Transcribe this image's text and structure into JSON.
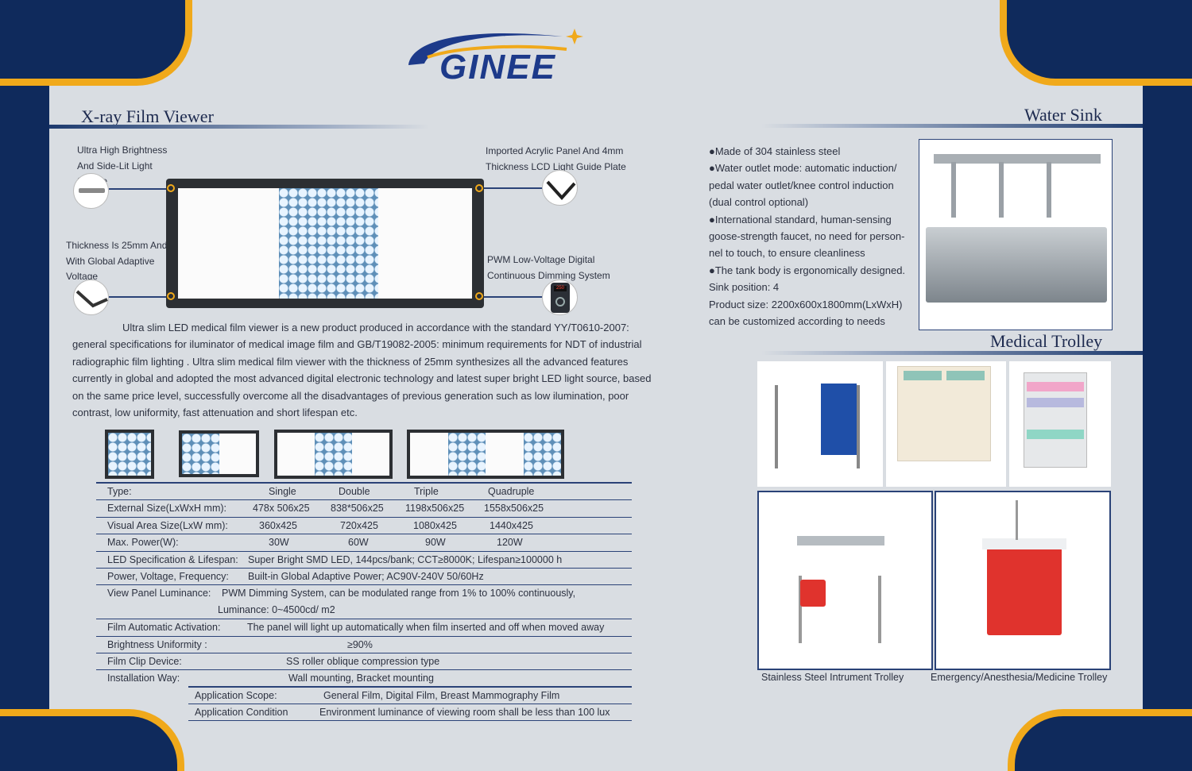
{
  "brand": {
    "logo_text": "GINEE"
  },
  "xray": {
    "title": "X-ray Film Viewer",
    "callouts": {
      "brightness": "Ultra High Brightness And Side-Lit Light Source",
      "acrylic": "Imported Acrylic Panel And 4mm Thickness LCD Light Guide Plate",
      "thickness": "Thickness Is 25mm And With Global Adaptive Voltage",
      "pwm": "PWM Low-Voltage Digital Continuous Dimming System"
    },
    "display_reading": "250",
    "description": "Ultra slim LED medical film viewer is a new product produced in accordance with the standard YY/T0610-2007: general specifications for iluminator of medical image film and GB/T19082-2005: minimum requirements for NDT of industrial radiographic film lighting . Ultra slim medical film viewer with the thickness of 25mm synthesizes all the advanced features currently in global and adopted the most advanced digital electronic technology and latest super bright LED light source, based on the same price level, successfully overcome all the disadvantages of previous generation such as low ilumination, poor contrast, low uniformity, fast attenuation and short lifespan etc.",
    "specs": {
      "type": {
        "label": "Type:",
        "values": [
          "Single",
          "Double",
          "Triple",
          "Quadruple"
        ]
      },
      "external": {
        "label": "External Size(LxWxH mm):",
        "values": [
          "478x 506x25",
          "838*506x25",
          "1198x506x25",
          "1558x506x25"
        ]
      },
      "visual": {
        "label": "Visual Area Size(LxW mm):",
        "values": [
          "360x425",
          "720x425",
          "1080x425",
          "1440x425"
        ]
      },
      "power": {
        "label": "Max. Power(W):",
        "values": [
          "30W",
          "60W",
          "90W",
          "120W"
        ]
      },
      "led": {
        "label": "LED Specification & Lifespan:",
        "value": "Super Bright SMD LED, 144pcs/bank; CCT≥8000K; Lifespan≥100000 h"
      },
      "voltage": {
        "label": "Power, Voltage, Frequency:",
        "value": "Built-in Global Adaptive Power; AC90V-240V 50/60Hz"
      },
      "luminance": {
        "label": "View Panel Luminance:",
        "value": "PWM Dimming System, can be modulated range from 1% to 100% continuously,",
        "value2": "Luminance: 0~4500cd/ m2"
      },
      "activation": {
        "label": "Film Automatic Activation:",
        "value": "The panel will light up automatically when film inserted and off when moved away"
      },
      "uniformity": {
        "label": "Brightness Uniformity :",
        "value": "≥90%"
      },
      "clip": {
        "label": "Film Clip Device:",
        "value": "SS roller oblique compression type"
      },
      "install": {
        "label": "Installation Way:",
        "value": "Wall mounting, Bracket mounting"
      },
      "scope": {
        "label": "Application Scope:",
        "value": "General Film, Digital Film, Breast Mammography Film"
      },
      "condition": {
        "label": "Application Condition",
        "value": "Environment luminance of viewing room shall be less than 100 lux"
      }
    }
  },
  "sink": {
    "title": "Water Sink",
    "bullets": [
      "●Made of 304 stainless steel",
      "●Water outlet mode: automatic induction/ pedal water outlet/knee control induction (dual control optional)",
      "●International standard, human-sensing goose-strength faucet, no need for person- nel to touch, to ensure cleanliness",
      "●The tank body is ergonomically designed.",
      "Sink position: 4",
      "Product size: 2200x600x1800mm(LxWxH)",
      "can be customized according to needs"
    ]
  },
  "trolley": {
    "title": "Medical Trolley",
    "captions": [
      "Stainless Steel Intrument Trolley",
      "Emergency/Anesthesia/Medicine Trolley"
    ]
  },
  "colors": {
    "navy": "#0f2a5c",
    "gold": "#f0a91b",
    "panel": "#d9dde2",
    "trolley_red": "#e0332d"
  }
}
